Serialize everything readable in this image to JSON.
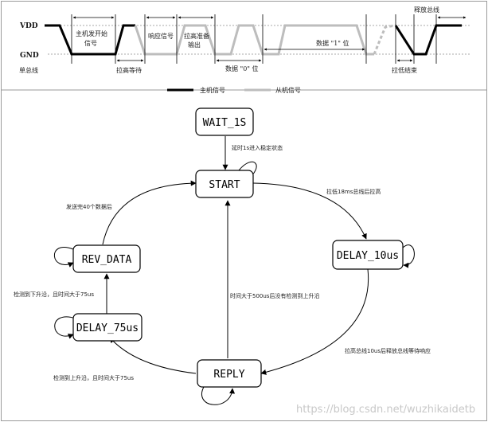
{
  "timing": {
    "vdd": "VDD",
    "gnd": "GND",
    "bus": "单总线",
    "master_start": [
      "主机发开始",
      "信号"
    ],
    "pull_wait": "拉高等待",
    "response": "响应信号",
    "pull_ready": [
      "拉高准备",
      "输出"
    ],
    "bit0": "数据 \"0\" 位",
    "bit1": "数据 \"1\" 位",
    "release": "释放总线",
    "end": "拉低结束",
    "legend_master": "主机信号",
    "legend_slave": "从机信号"
  },
  "states": {
    "wait": "WAIT_1S",
    "start": "START",
    "delay10": "DELAY_10us",
    "reply": "REPLY",
    "delay75": "DELAY_75us",
    "revdata": "REV_DATA"
  },
  "edges": {
    "wait_to_start": "延时1s进入稳定状态",
    "start_to_delay10": "拉低18ms总线后拉高",
    "delay10_to_reply": "拉高总线10us后释放总线等待响应",
    "reply_to_start": "时间大于500us后没有检测到上升沿",
    "reply_to_delay75": "检测到上升沿，且时间大于75us",
    "delay75_to_revdata": "检测到下升沿，且时间大于75us",
    "revdata_to_start": "发送完40个数据后"
  },
  "watermark": "https://blog.csdn.net/wuzhikaidetb"
}
